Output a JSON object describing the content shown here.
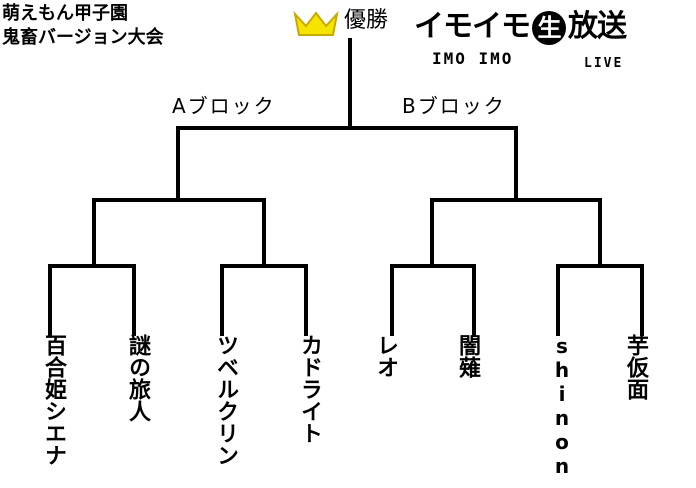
{
  "title": {
    "line1": "萌えもん甲子園",
    "line2": "鬼畜バージョン大会"
  },
  "winner_label": "優勝",
  "logo": {
    "main_left": "イモイモ",
    "main_circle": "生",
    "main_right": "放送",
    "sub_left": "IMO IMO",
    "sub_right": "LIVE"
  },
  "blocks": {
    "a": "Aブロック",
    "b": "Bブロック"
  },
  "players": [
    "百合姫シエナ",
    "謎の旅人",
    "ツベルクリン",
    "カドライト",
    "レオ",
    "闇薙",
    "shinon",
    "芋仮面"
  ],
  "colors": {
    "line": "#000000",
    "crown_fill": "#f5e400",
    "crown_stroke": "#c9a800"
  }
}
